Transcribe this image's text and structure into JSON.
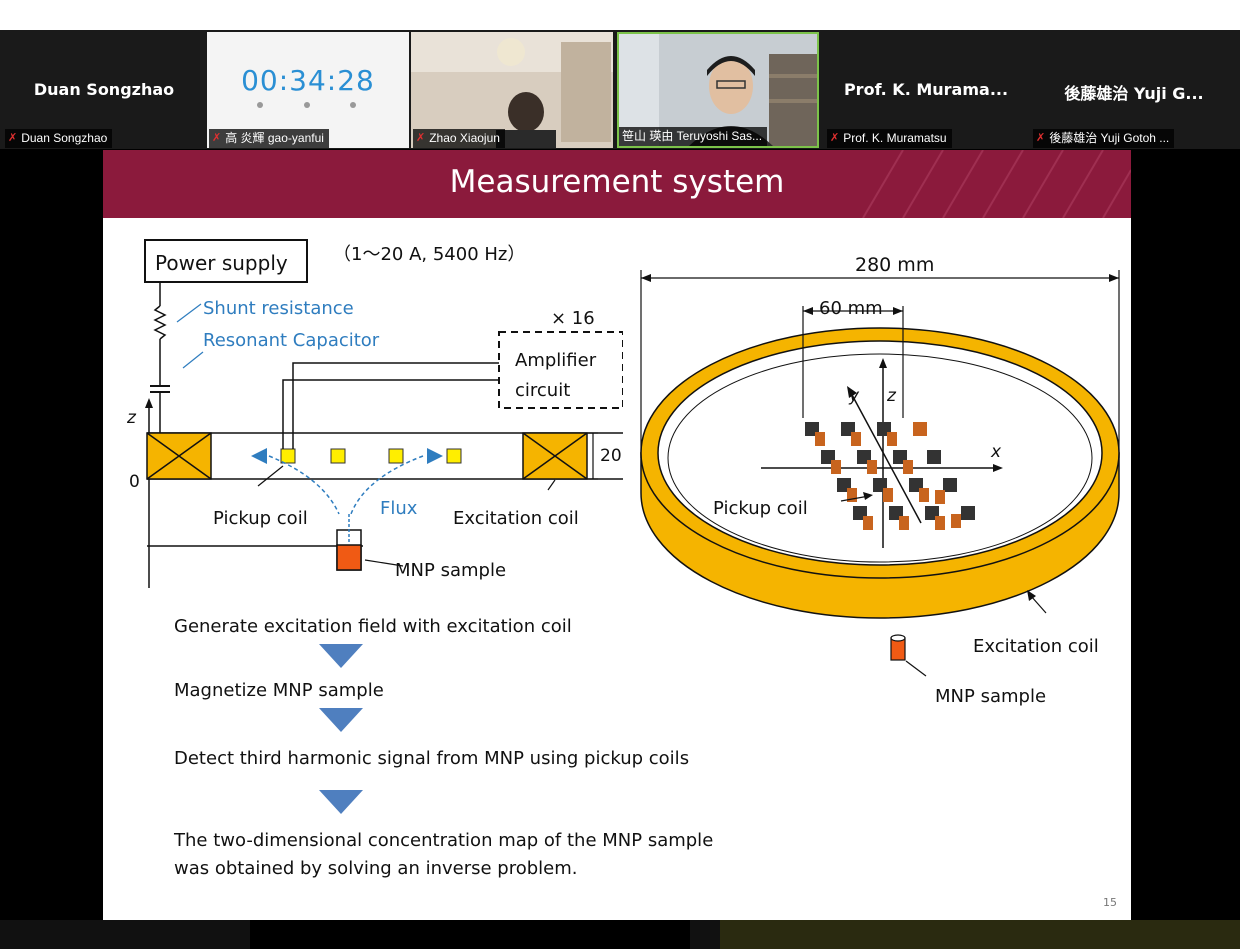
{
  "participants": [
    {
      "name": "Duan Songzhao",
      "label": "Duan Songzhao",
      "muted": true
    },
    {
      "timer": "00:34:28",
      "label": "高  炎輝 gao-yanfui",
      "muted": true
    },
    {
      "label": "Zhao Xiaojun",
      "muted": true
    },
    {
      "label": "笹山 瑛由 Teruyoshi Sas...",
      "muted": false,
      "speaking": true
    },
    {
      "name": "Prof. K. Murama...",
      "label": "Prof. K. Muramatsu",
      "muted": true
    },
    {
      "name": "後藤雄治 Yuji G...",
      "label": "後藤雄治 Yuji Gotoh ...",
      "muted": true
    }
  ],
  "slide": {
    "title": "Measurement system",
    "page_number": "15",
    "left_diagram": {
      "power_supply": "Power supply",
      "params": "（1〜20 A, 5400 Hz）",
      "shunt": "Shunt resistance",
      "capacitor": "Resonant Capacitor",
      "multiplier": "× 16",
      "amp_line1": "Amplifier",
      "amp_line2": "circuit",
      "z_axis": "z",
      "zero": "0",
      "height": "20",
      "pickup": "Pickup coil",
      "flux": "Flux",
      "excitation": "Excitation coil",
      "mnp": "MNP sample"
    },
    "right_diagram": {
      "width": "280 mm",
      "inner": "60 mm",
      "y": "y",
      "z": "z",
      "x": "x",
      "pickup": "Pickup coil",
      "excitation": "Excitation coil",
      "mnp": "MNP sample"
    },
    "steps": [
      "Generate excitation field with excitation coil",
      "Magnetize MNP sample",
      "Detect third harmonic signal from MNP using pickup coils",
      "The two-dimensional concentration map of the MNP sample",
      "was obtained by solving an inverse problem."
    ]
  },
  "colors": {
    "header": "#8b1a3c",
    "coil": "#f5b400",
    "accent_blue": "#2f7dbf",
    "mnp": "#f05a14"
  }
}
